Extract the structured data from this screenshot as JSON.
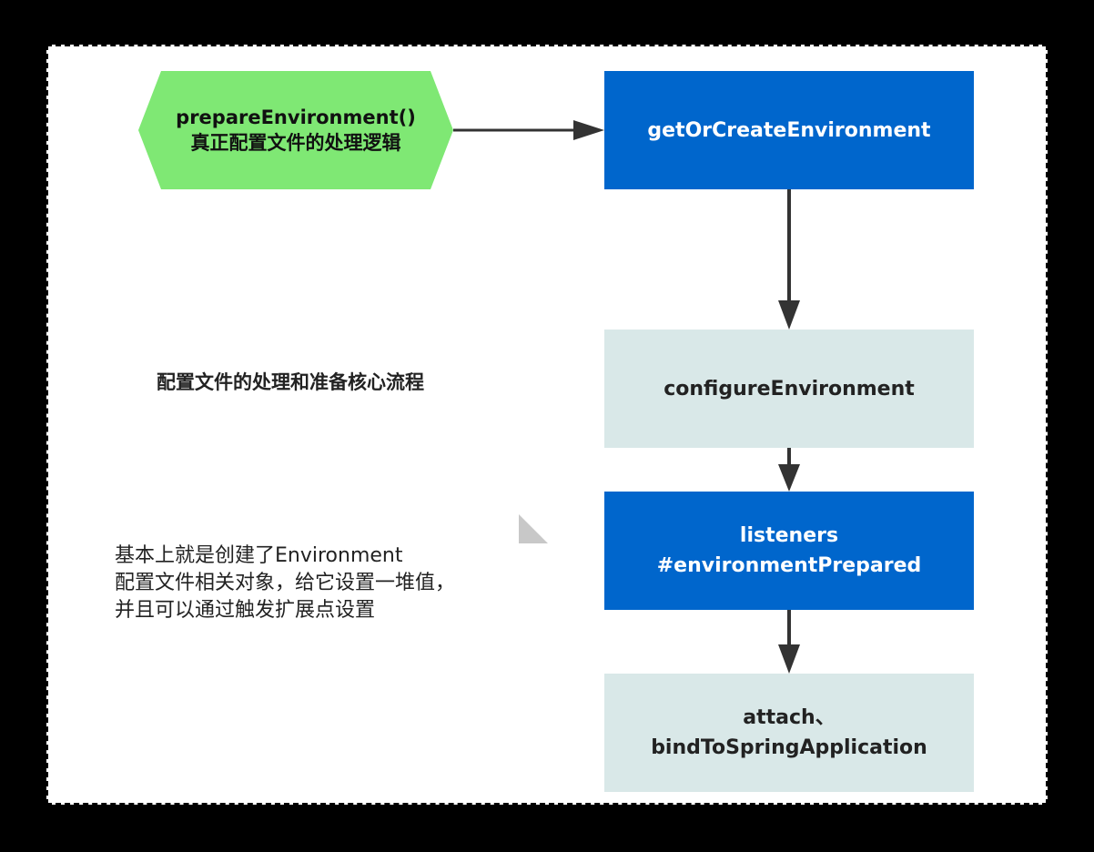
{
  "colors": {
    "start_fill": "#7fe874",
    "primary_box": "#0066cc",
    "secondary_box": "#d9e8e8",
    "arrow": "#333333"
  },
  "start": {
    "line1": "prepareEnvironment()",
    "line2": "真正配置文件的处理逻辑"
  },
  "steps": {
    "get_or_create": "getOrCreateEnvironment",
    "configure": "configureEnvironment",
    "listeners_line1": "listeners",
    "listeners_line2": "#environmentPrepared",
    "attach_line1": "attach、",
    "attach_line2": "bindToSpringApplication"
  },
  "heading": "配置文件的处理和准备核心流程",
  "note": {
    "line1": "基本上就是创建了Environment",
    "line2": "配置文件相关对象，给它设置一堆值，",
    "line3": "并且可以通过触发扩展点设置"
  }
}
